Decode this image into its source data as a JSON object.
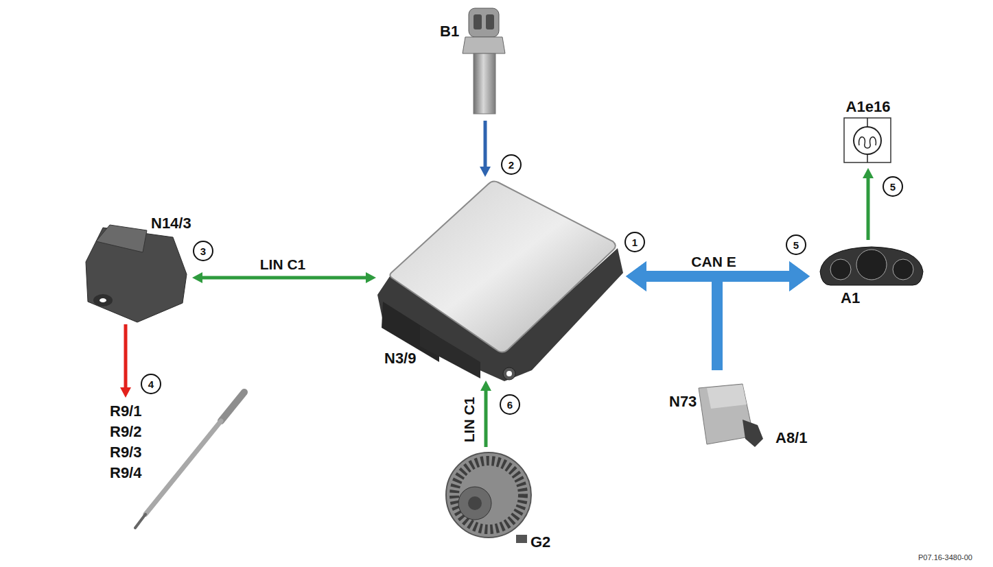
{
  "diagram": {
    "nodes": [
      {
        "text": [
          "B1"
        ]
      },
      {
        "text": [
          "A1e16"
        ]
      },
      {
        "text": [
          "N14/3"
        ]
      },
      {
        "text": [
          "N3/9"
        ]
      },
      {
        "text": [
          "A1"
        ]
      },
      {
        "text": [
          "R9/1",
          "R9/2",
          "R9/3",
          "R9/4"
        ]
      },
      {
        "text": [
          "N73"
        ]
      },
      {
        "text": [
          "G2"
        ]
      }
    ],
    "edges": [
      {
        "from": 0,
        "to": 3,
        "arrow": "to"
      },
      {
        "from": 2,
        "to": 3,
        "label": "LIN C1",
        "arrow": "both"
      },
      {
        "from": 3,
        "to": 4,
        "label": "CAN E",
        "arrow": "both"
      },
      {
        "from": 6,
        "to": 3,
        "arrow": "to"
      },
      {
        "from": 6,
        "to": 4,
        "arrow": "to"
      },
      {
        "from": 4,
        "to": 1,
        "arrow": "to"
      },
      {
        "from": 2,
        "to": 5,
        "arrow": "to"
      },
      {
        "from": 7,
        "to": 3,
        "label": "LIN C1",
        "arrow": "to"
      }
    ],
    "labels": [
      "2",
      "1",
      "3",
      "5",
      "5",
      "4",
      "6",
      "A8/1",
      "P07.16-3480-00"
    ]
  }
}
